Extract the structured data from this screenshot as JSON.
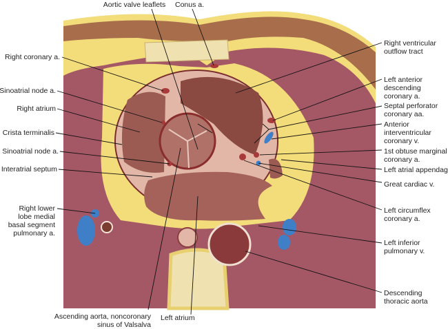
{
  "title": "Cross section of heart at level of aortic valve",
  "colors": {
    "tissue": "#a45866",
    "fat": "#f3dc7a",
    "muscle": "#9a5a44",
    "chamber": "#9b5a52",
    "vein": "#3f7fc8",
    "artery": "#a83a3a",
    "bone": "#efe2b0"
  },
  "labels": {
    "aortic_valve_leaflets": "Aortic valve leaflets",
    "conus": "Conus a.",
    "right_coronary": "Right coronary a.",
    "sinoatrial_node_1": "Sinoatrial node a.",
    "right_atrium": "Right atrium",
    "crista_terminalis": "Crista terminalis",
    "sinoatrial_node_2": "Sinoatrial node a.",
    "interatrial_septum": "Interatrial septum",
    "right_lower_lobe": [
      "Right lower",
      "lobe medial",
      "basal segment",
      "pulmonary a."
    ],
    "rvot": [
      "Right ventricular",
      "outflow tract"
    ],
    "lad": [
      "Left anterior",
      "descending",
      "coronary a."
    ],
    "septal_perforator": [
      "Septal perforator",
      "coronary aa."
    ],
    "anterior_iv_vein": [
      "Anterior",
      "interventricular",
      "coronary v."
    ],
    "obtuse_marginal": [
      "1st obtuse marginal",
      "coronary a."
    ],
    "left_atrial_appendage": "Left atrial appendage",
    "great_cardiac_v": "Great cardiac v.",
    "left_circumflex": [
      "Left circumflex",
      "coronary a."
    ],
    "left_inferior_pulm_v": [
      "Left inferior",
      "pulmonary v."
    ],
    "descending_aorta": [
      "Descending",
      "thoracic aorta"
    ],
    "ascending_aorta": [
      "Ascending aorta, noncoronary",
      "sinus of Valsalva"
    ],
    "left_atrium": "Left atrium"
  }
}
